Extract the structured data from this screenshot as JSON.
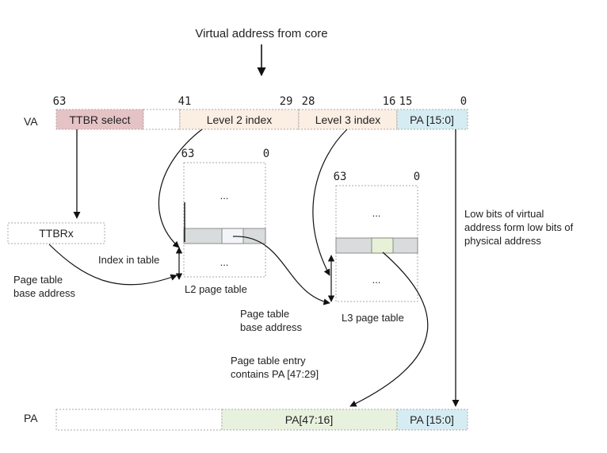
{
  "title": "Virtual address from core",
  "va": {
    "label": "VA",
    "bits": {
      "b63": "63",
      "b41": "41",
      "b29": "29",
      "b28": "28",
      "b16": "16",
      "b15": "15",
      "b0": "0"
    },
    "fields": {
      "ttbr_select": "TTBR select",
      "level2_index": "Level 2 index",
      "level3_index": "Level 3 index",
      "pa_low": "PA [15:0]"
    }
  },
  "ttbrx": "TTBRx",
  "l2_table": {
    "bit_hi": "63",
    "bit_lo": "0",
    "dots": "...",
    "caption": "L2 page table"
  },
  "l3_table": {
    "bit_hi": "63",
    "bit_lo": "0",
    "dots": "...",
    "caption": "L3 page table"
  },
  "labels": {
    "index_in_table": "Index in table",
    "page_table_base_1a": "Page table",
    "page_table_base_1b": "base address",
    "page_table_base_2a": "Page table",
    "page_table_base_2b": "base address",
    "low_bits_1": "Low bits of virtual",
    "low_bits_2": "address form low bits of",
    "low_bits_3": "physical address",
    "pte_1": "Page table entry",
    "pte_2": "contains PA [47:29]"
  },
  "pa": {
    "label": "PA",
    "fields": {
      "pa_high": "PA[47:16]",
      "pa_low": "PA [15:0]"
    }
  },
  "colors": {
    "ttbr_select": "#e5c3c5",
    "level_index": "#fbeee3",
    "pa_blue": "#d6ecf3",
    "pa_green": "#e8f1dd",
    "table_row": "#d8dcdc",
    "l3_entry": "#e7f1d8",
    "l2_entry": "#f3f4f7"
  }
}
